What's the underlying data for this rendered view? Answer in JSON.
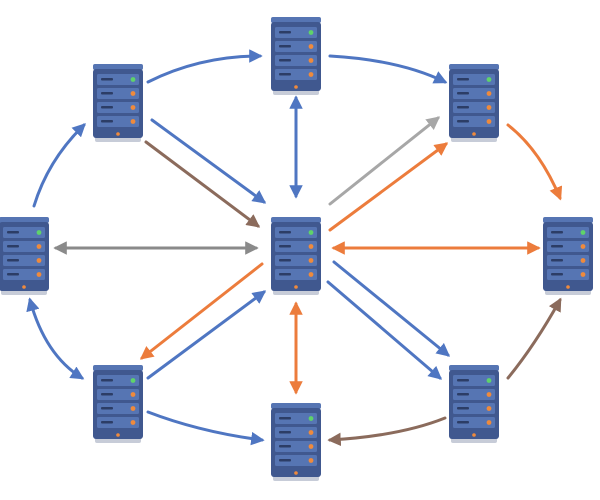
{
  "diagram": {
    "servers": [
      {
        "id": "top"
      },
      {
        "id": "top-left"
      },
      {
        "id": "top-right"
      },
      {
        "id": "left"
      },
      {
        "id": "center"
      },
      {
        "id": "right"
      },
      {
        "id": "bottom-left"
      },
      {
        "id": "bottom"
      },
      {
        "id": "bottom-right"
      }
    ],
    "connections": [
      {
        "from": "top-left",
        "to": "top",
        "color": "blue",
        "style": "curved"
      },
      {
        "from": "top",
        "to": "top-right",
        "color": "blue",
        "style": "curved"
      },
      {
        "from": "top-right",
        "to": "right",
        "color": "orange",
        "style": "curved"
      },
      {
        "from": "bottom-right",
        "to": "right",
        "color": "brown",
        "style": "curved"
      },
      {
        "from": "bottom-right",
        "to": "bottom",
        "color": "brown",
        "style": "curved"
      },
      {
        "from": "bottom-left",
        "to": "bottom",
        "color": "blue",
        "style": "curved"
      },
      {
        "from": "left",
        "to": "bottom-left",
        "color": "blue",
        "style": "curved",
        "bidirectional": true
      },
      {
        "from": "left",
        "to": "top-left",
        "color": "blue",
        "style": "curved"
      },
      {
        "from": "top",
        "to": "center",
        "color": "blue",
        "bidirectional": true
      },
      {
        "from": "center",
        "to": "bottom",
        "color": "orange",
        "bidirectional": true
      },
      {
        "from": "center",
        "to": "left",
        "color": "gray",
        "bidirectional": true
      },
      {
        "from": "center",
        "to": "right",
        "color": "orange",
        "bidirectional": true
      },
      {
        "from": "top-left",
        "to": "center",
        "color": "blue"
      },
      {
        "from": "top-left",
        "to": "center",
        "color": "brown"
      },
      {
        "from": "center",
        "to": "top-right",
        "color": "gray"
      },
      {
        "from": "center",
        "to": "top-right",
        "color": "orange"
      },
      {
        "from": "center",
        "to": "bottom-left",
        "color": "orange"
      },
      {
        "from": "bottom-left",
        "to": "center",
        "color": "blue"
      },
      {
        "from": "center",
        "to": "bottom-right",
        "color": "blue"
      },
      {
        "from": "center",
        "to": "bottom-right",
        "color": "blue"
      }
    ]
  },
  "colors": {
    "blue": "#4f76c2",
    "orange": "#ec7c3c",
    "gray": "#8a8a8a",
    "lightgray": "#a7a7a7",
    "brown": "#8b6b5c",
    "server_body": "#40588f",
    "server_panel": "#5675b3",
    "server_dark": "#2c3d66",
    "led_green": "#5fd36a",
    "led_orange": "#ef8a3c",
    "led_blue": "#7db1ff"
  }
}
